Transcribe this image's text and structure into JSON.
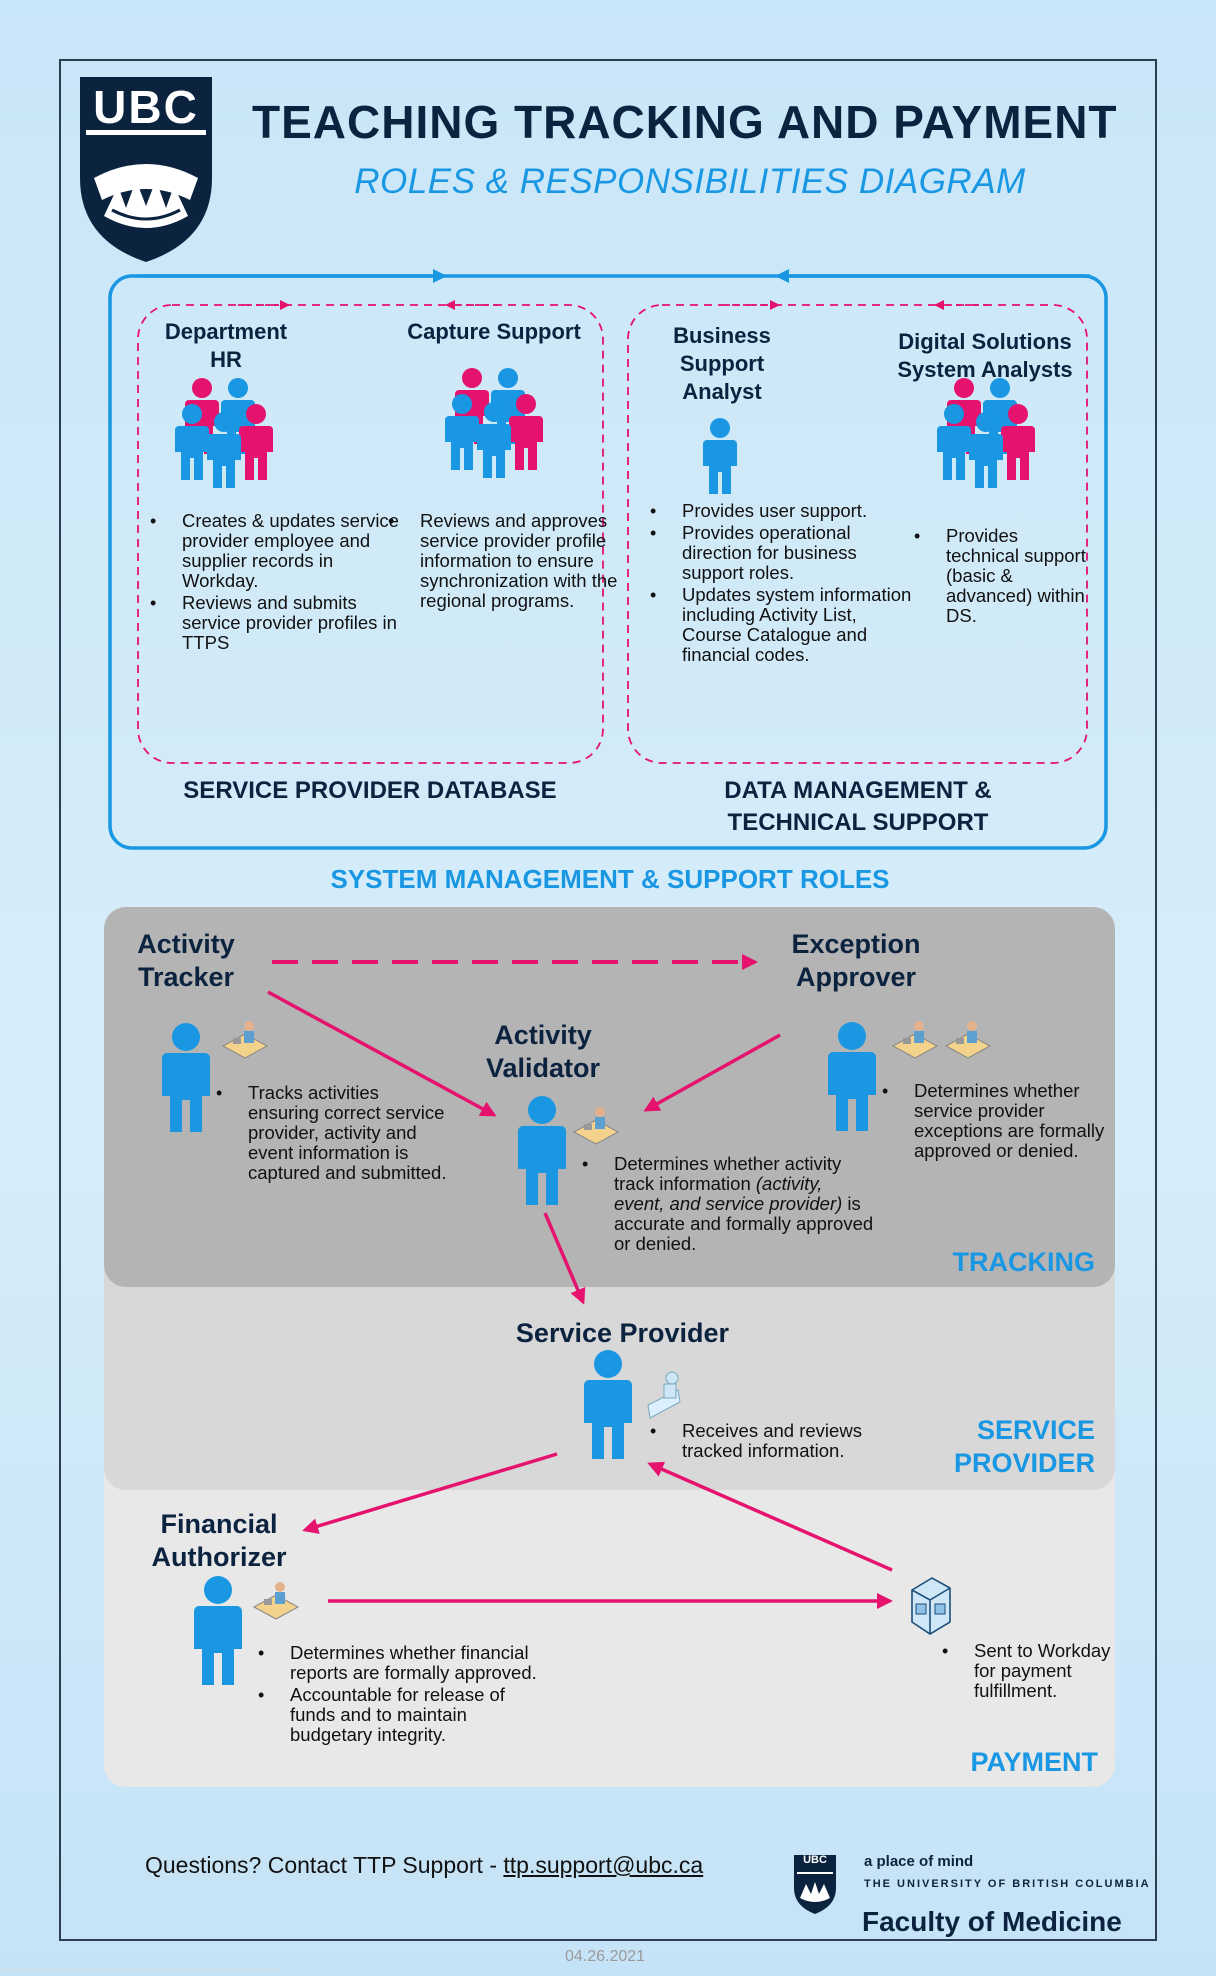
{
  "header": {
    "logo_text": "UBC",
    "title": "TEACHING TRACKING AND PAYMENT",
    "subtitle": "ROLES & RESPONSIBILITIES DIAGRAM"
  },
  "support": {
    "service_provider_db": {
      "heading": "SERVICE PROVIDER DATABASE",
      "department_hr": {
        "name_line1": "Department",
        "name_line2": "HR",
        "bullets": [
          "Creates & updates service provider employee and supplier records in Workday.",
          "Reviews and submits service provider profiles in TTPS"
        ]
      },
      "capture_support": {
        "name": "Capture Support",
        "bullets": [
          "Reviews and approves service provider profile information to ensure synchronization with the regional programs."
        ]
      }
    },
    "data_management": {
      "heading_line1": "DATA MANAGEMENT &",
      "heading_line2": "TECHNICAL SUPPORT",
      "business_support": {
        "name_line1": "Business",
        "name_line2": "Support",
        "name_line3": "Analyst",
        "bullets": [
          "Provides user support.",
          "Provides operational direction for business support roles.",
          "Updates system information including Activity List, Course Catalogue and financial codes."
        ]
      },
      "digital_solutions": {
        "name_line1": "Digital Solutions",
        "name_line2": "System Analysts",
        "bullets": [
          "Provides technical support (basic & advanced) within DS."
        ]
      }
    },
    "section_label": "SYSTEM MANAGEMENT & SUPPORT ROLES"
  },
  "tracking": {
    "label": "TRACKING",
    "activity_tracker": {
      "name_line1": "Activity",
      "name_line2": "Tracker",
      "bullet": "Tracks activities ensuring correct service provider, activity and event information is captured and submitted."
    },
    "activity_validator": {
      "name_line1": "Activity",
      "name_line2": "Validator",
      "bullet_part1": "Determines whether activity track information ",
      "bullet_italic": "(activity, event, and service provider)",
      "bullet_part2": " is accurate and formally approved or denied."
    },
    "exception_approver": {
      "name_line1": "Exception",
      "name_line2": "Approver",
      "bullet": "Determines whether service provider exceptions are formally approved or denied."
    }
  },
  "service_provider": {
    "label_line1": "SERVICE",
    "label_line2": "PROVIDER",
    "name": "Service Provider",
    "bullet": "Receives and reviews tracked information."
  },
  "payment": {
    "label": "PAYMENT",
    "financial_authorizer": {
      "name_line1": "Financial",
      "name_line2": "Authorizer",
      "bullets": [
        "Determines whether financial reports are formally approved.",
        "Accountable for release of funds and to maintain budgetary integrity."
      ]
    },
    "workday": {
      "bullet": "Sent to Workday for payment fulfillment."
    }
  },
  "footer": {
    "contact_text": "Questions? Contact TTP Support - ",
    "contact_email": "ttp.support@ubc.ca",
    "logo_small_text": "UBC",
    "tagline": "a place of mind",
    "university": "THE UNIVERSITY OF BRITISH COLUMBIA",
    "faculty": "Faculty of Medicine",
    "date": "04.26.2021"
  },
  "colors": {
    "navy": "#0c2340",
    "blue": "#1997e3",
    "magenta": "#e5126e",
    "tracking_bg": "#b4b4b4",
    "service_bg": "#d8d8d8",
    "payment_bg": "#e8e8e8"
  }
}
